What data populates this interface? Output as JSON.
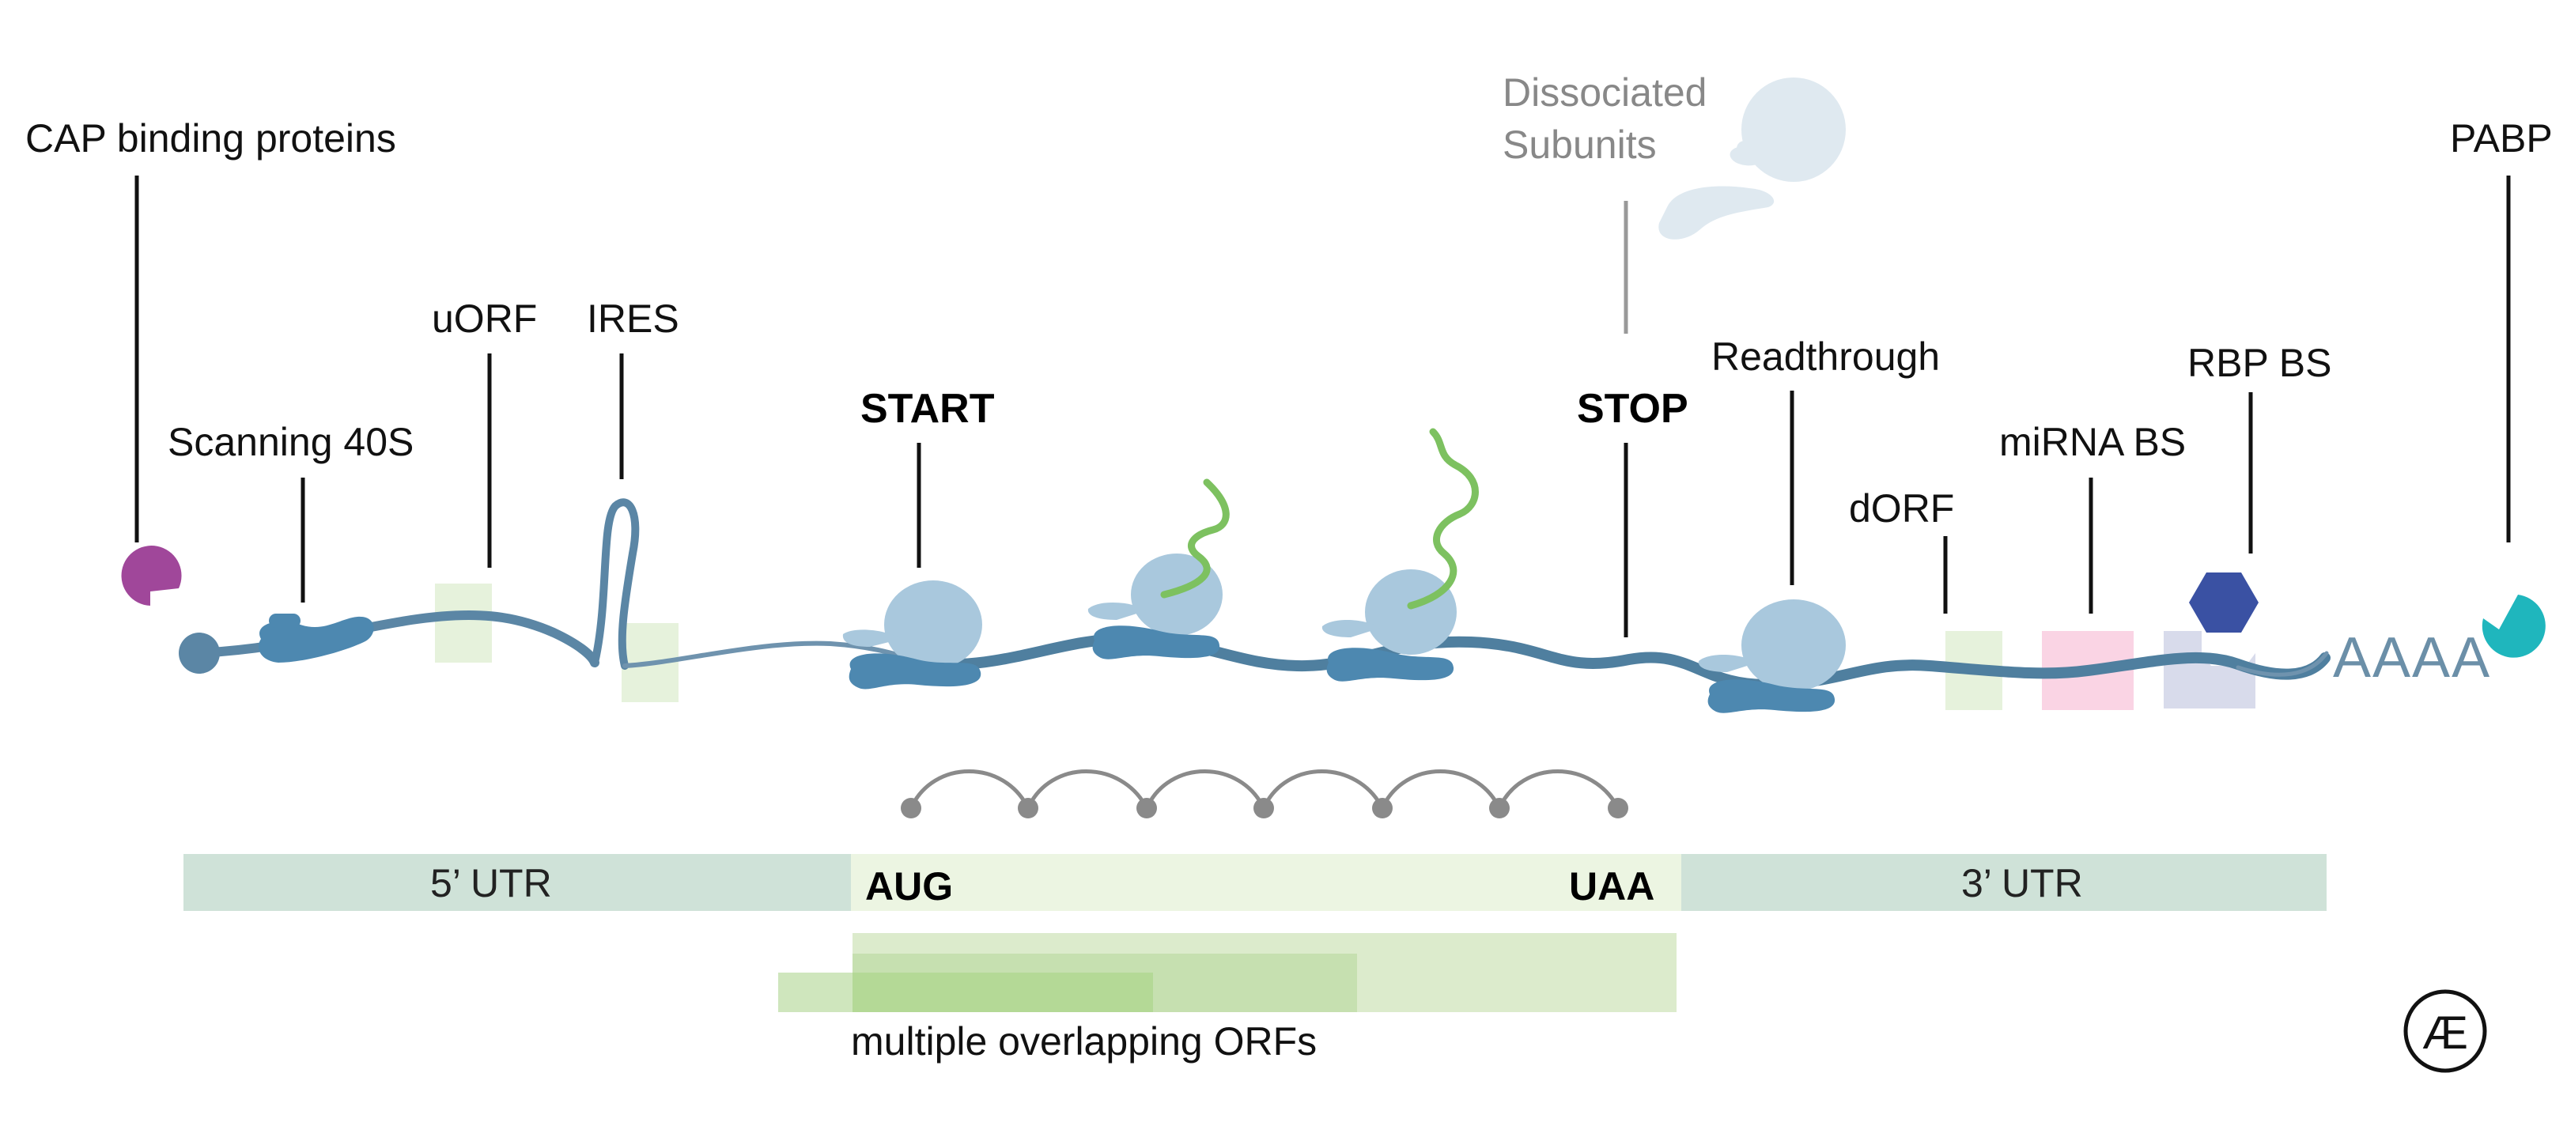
{
  "labels": {
    "cap_binding": "CAP binding proteins",
    "scanning": "Scanning 40S",
    "uorf": "uORF",
    "ires": "IRES",
    "start": "START",
    "dissociated_line1": "Dissociated",
    "dissociated_line2": "Subunits",
    "stop": "STOP",
    "readthrough": "Readthrough",
    "dorf": "dORF",
    "mirna_bs": "miRNA BS",
    "rbp_bs": "RBP BS",
    "pabp": "PABP"
  },
  "utr_bar": {
    "five_utr": "5’ UTR",
    "aug": "AUG",
    "uaa": "UAA",
    "three_utr": "3’ UTR"
  },
  "polya_tail": "AAAA",
  "orfs_label": "multiple overlapping ORFs",
  "logo_text": "Æ",
  "colors": {
    "mrna": "#5b86a5",
    "ribosome": "#a9c8dd",
    "ribosome_dark": "#4d88b0",
    "peptide": "#7dc160",
    "cap_protein": "#a0479a",
    "pabp": "#1fb6bd",
    "rbp": "#3a51a3",
    "utr": "#cfe2d8",
    "cds": "#ecf5e2",
    "uorf_box": "#e6f2dc",
    "mirna_box": "#fad4e4",
    "rbp_site": "#d8dbeb",
    "dissociated": "#dfe9f0"
  },
  "icons": [
    "cap-binding-protein-icon",
    "ribosome-icon",
    "nascent-peptide-icon",
    "rbp-hexagon-icon",
    "pabp-icon",
    "logo-icon"
  ]
}
